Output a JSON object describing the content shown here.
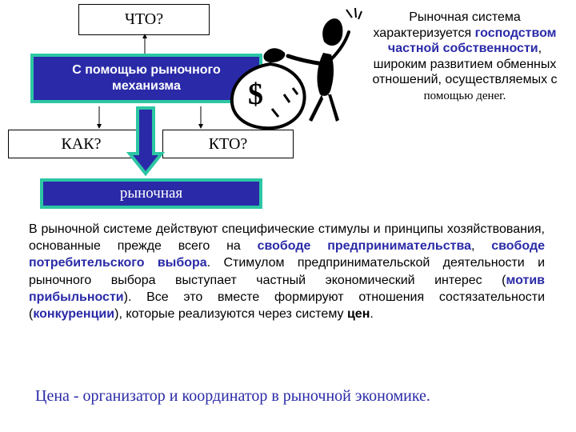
{
  "diagram": {
    "what_box": "ЧТО?",
    "mechanism_line1": "С  помощью рыночного",
    "mechanism_line2": "механизма",
    "how_box": "КАК?",
    "who_box": "КТО?",
    "market_box": "рыночная"
  },
  "side_text": {
    "part1": "Рыночная система характеризуется ",
    "highlight1": "господством частной собственности",
    "part2": ", широким развитием обменных отношений, осуществляемых с ",
    "part3": "помощью денег."
  },
  "main_text": {
    "t1": "В рыночной системе действуют специфические стимулы и принципы хозяйствования, основанные прежде всего на ",
    "h1": "свободе предпринимательства",
    "t2": ", ",
    "h2": "свободе потребительского выбора",
    "t3": ". Стимулом предпринимательской деятельности и рыночного выбора выступает частный экономический интерес (",
    "h3": "мотив прибыльности",
    "t4": "). Все это вместе формируют отношения состязательности (",
    "h4": "конкуренции",
    "t5": "), которые реализуются через систему ",
    "h5": "цен",
    "t6": "."
  },
  "footer": "Цена - организатор и координатор в рыночной экономике.",
  "clipart": {
    "icon": "money-bag-stick-figure",
    "symbol": "$"
  },
  "colors": {
    "box_fill": "#2a2aa8",
    "box_border": "#2cc6a4",
    "arrow": "#2cc6a4",
    "highlight": "#2a2aa8"
  }
}
